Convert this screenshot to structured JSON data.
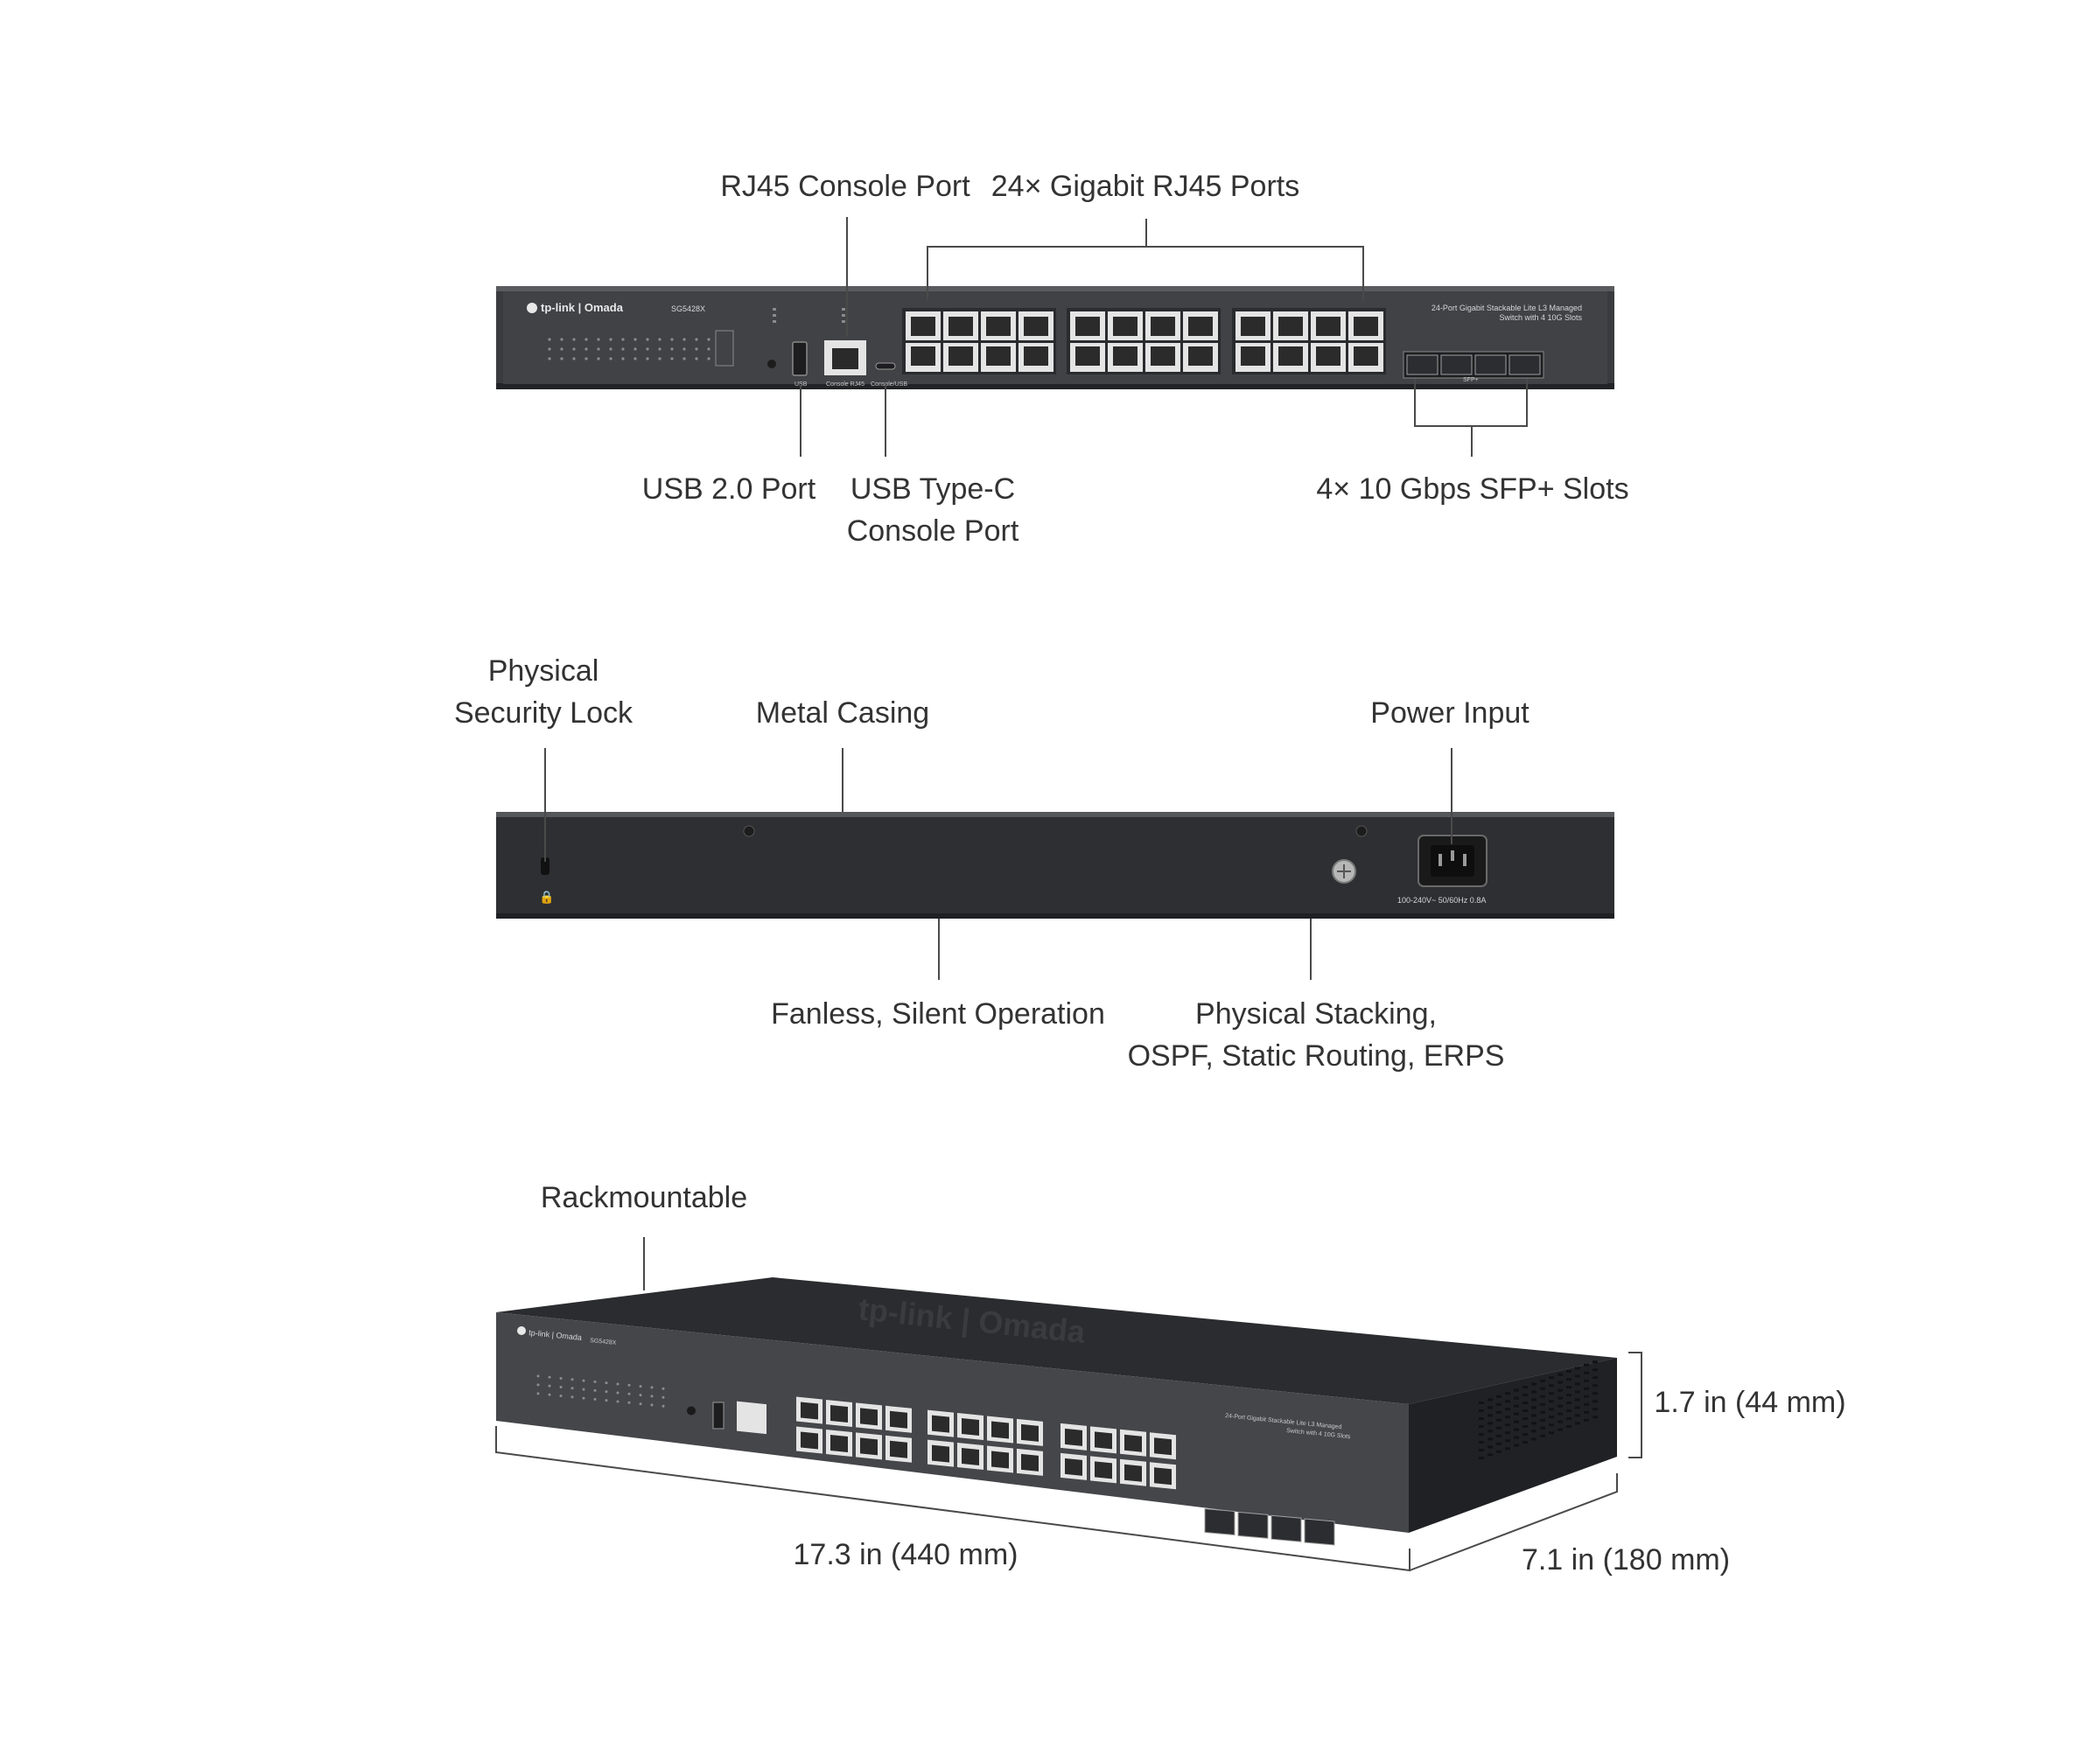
{
  "model": "SG5428X",
  "brand": "tp-link | Omada",
  "device_description": [
    "24-Port Gigabit Stackable Lite L3 Managed",
    "Switch with 4 10G Slots"
  ],
  "power_rating": "100-240V~ 50/60Hz 0.8A",
  "port_captions": {
    "usb": "USB",
    "console_rj45": "Console RJ45",
    "console_usbc": "Console/USB",
    "sfp": "SFP+"
  },
  "front_labels": {
    "rj45_console": "RJ45 Console Port",
    "gigabit_ports": "24× Gigabit RJ45 Ports",
    "usb": "USB 2.0 Port",
    "usbc_line1": "USB Type-C",
    "usbc_line2": "Console Port",
    "sfp": "4× 10 Gbps SFP+ Slots"
  },
  "rear_labels": {
    "lock_line1": "Physical",
    "lock_line2": "Security Lock",
    "casing": "Metal Casing",
    "power": "Power Input",
    "fanless": "Fanless, Silent Operation",
    "stacking_line1": "Physical Stacking,",
    "stacking_line2": "OSPF, Static Routing, ERPS"
  },
  "iso_labels": {
    "rack": "Rackmountable",
    "height": "1.7 in (44 mm)",
    "width": "17.3 in (440 mm)",
    "depth": "7.1 in (180 mm)"
  },
  "colors": {
    "chassis": "#3a3b3e",
    "chassis_dark": "#26272a",
    "port": "#e4e4e4",
    "text": "#333333"
  }
}
